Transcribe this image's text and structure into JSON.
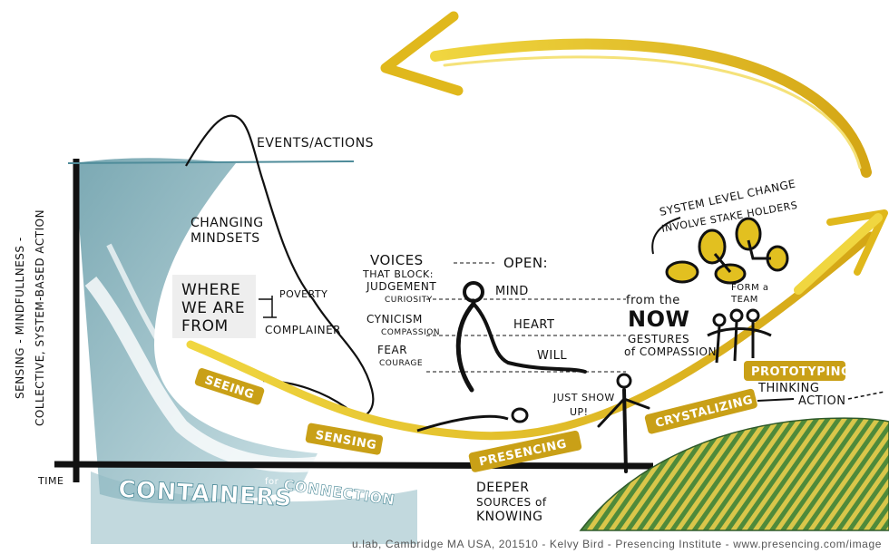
{
  "colors": {
    "gold": "#e6c21f",
    "gold_dark": "#8a6a10",
    "teal": "#5e9aa6",
    "ink": "#111111",
    "green": "#5a8a3a"
  },
  "labels": {
    "events_actions": "EVENTS/ACTIONS",
    "changing_mindsets": [
      "CHANGING",
      "MINDSETS"
    ],
    "where_we_are_from": [
      "WHERE",
      "WE ARE",
      "FROM"
    ],
    "poverty": "POVERTY",
    "complainer": "COMPLAINER",
    "vertical_axis": [
      "SENSING - MINDFULLNESS -",
      "COLLECTIVE, SYSTEM-BASED ACTION"
    ],
    "time": "TIME",
    "containers": "CONTAINERS",
    "for": "for",
    "connection": "CONNECTION",
    "voices_that_block": [
      "VOICES",
      "THAT BLOCK:"
    ],
    "judgement": "JUDGEMENT",
    "curiosity": "CURIOSITY",
    "cynicism": "CYNICISM",
    "compassion": "COMPASSION",
    "fear": "FEAR",
    "courage": "COURAGE",
    "open": "OPEN:",
    "mind": "MIND",
    "heart": "HEART",
    "will": "WILL",
    "just_show_up": [
      "JUST SHOW",
      "UP!"
    ],
    "deeper_sources": [
      "DEEPER",
      "SOURCES of",
      "KNOWING"
    ],
    "from_the": "from the",
    "now": "NOW",
    "gestures": [
      "GESTURES",
      "of COMPASSION"
    ],
    "system_change": [
      "SYSTEM LEVEL CHANGE",
      "INVOLVE STAKE HOLDERS"
    ],
    "form_a_team": [
      "FORM a",
      "TEAM"
    ],
    "thinking": "THINKING",
    "action": "ACTION"
  },
  "stages": {
    "seeing": "SEEING",
    "sensing": "SENSING",
    "presencing": "PRESENCING",
    "crystalizing": "CRYSTALIZING",
    "prototyping": "PROTOTYPING"
  },
  "footer": "u.lab, Cambridge MA USA, 201510 - Kelvy Bird - Presencing Institute - www.presencing.com/image"
}
